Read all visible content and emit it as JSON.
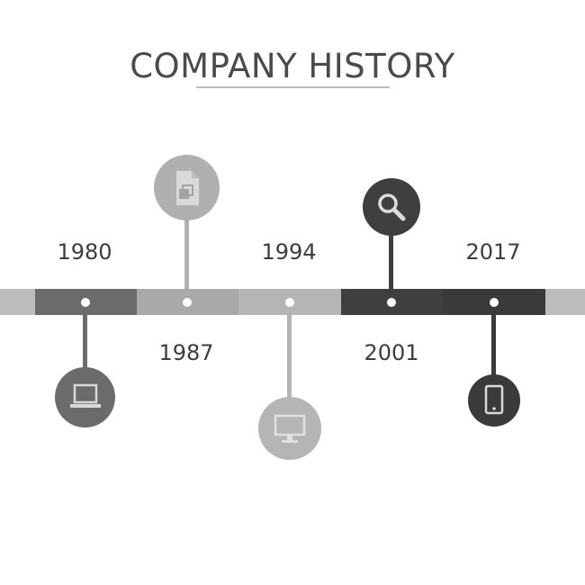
{
  "title": "COMPANY HISTORY",
  "colors": {
    "dark_gray": "#6b6b6b",
    "light_gray": "#b2b2b2",
    "very_light_gray": "#bdbdbd",
    "charcoal": "#3f3f3f",
    "white": "#ffffff"
  },
  "milestones": [
    {
      "year": "1980",
      "icon": "laptop-icon"
    },
    {
      "year": "1987",
      "icon": "documents-icon"
    },
    {
      "year": "1994",
      "icon": "monitor-icon"
    },
    {
      "year": "2001",
      "icon": "search-icon"
    },
    {
      "year": "2017",
      "icon": "smartphone-icon"
    }
  ]
}
